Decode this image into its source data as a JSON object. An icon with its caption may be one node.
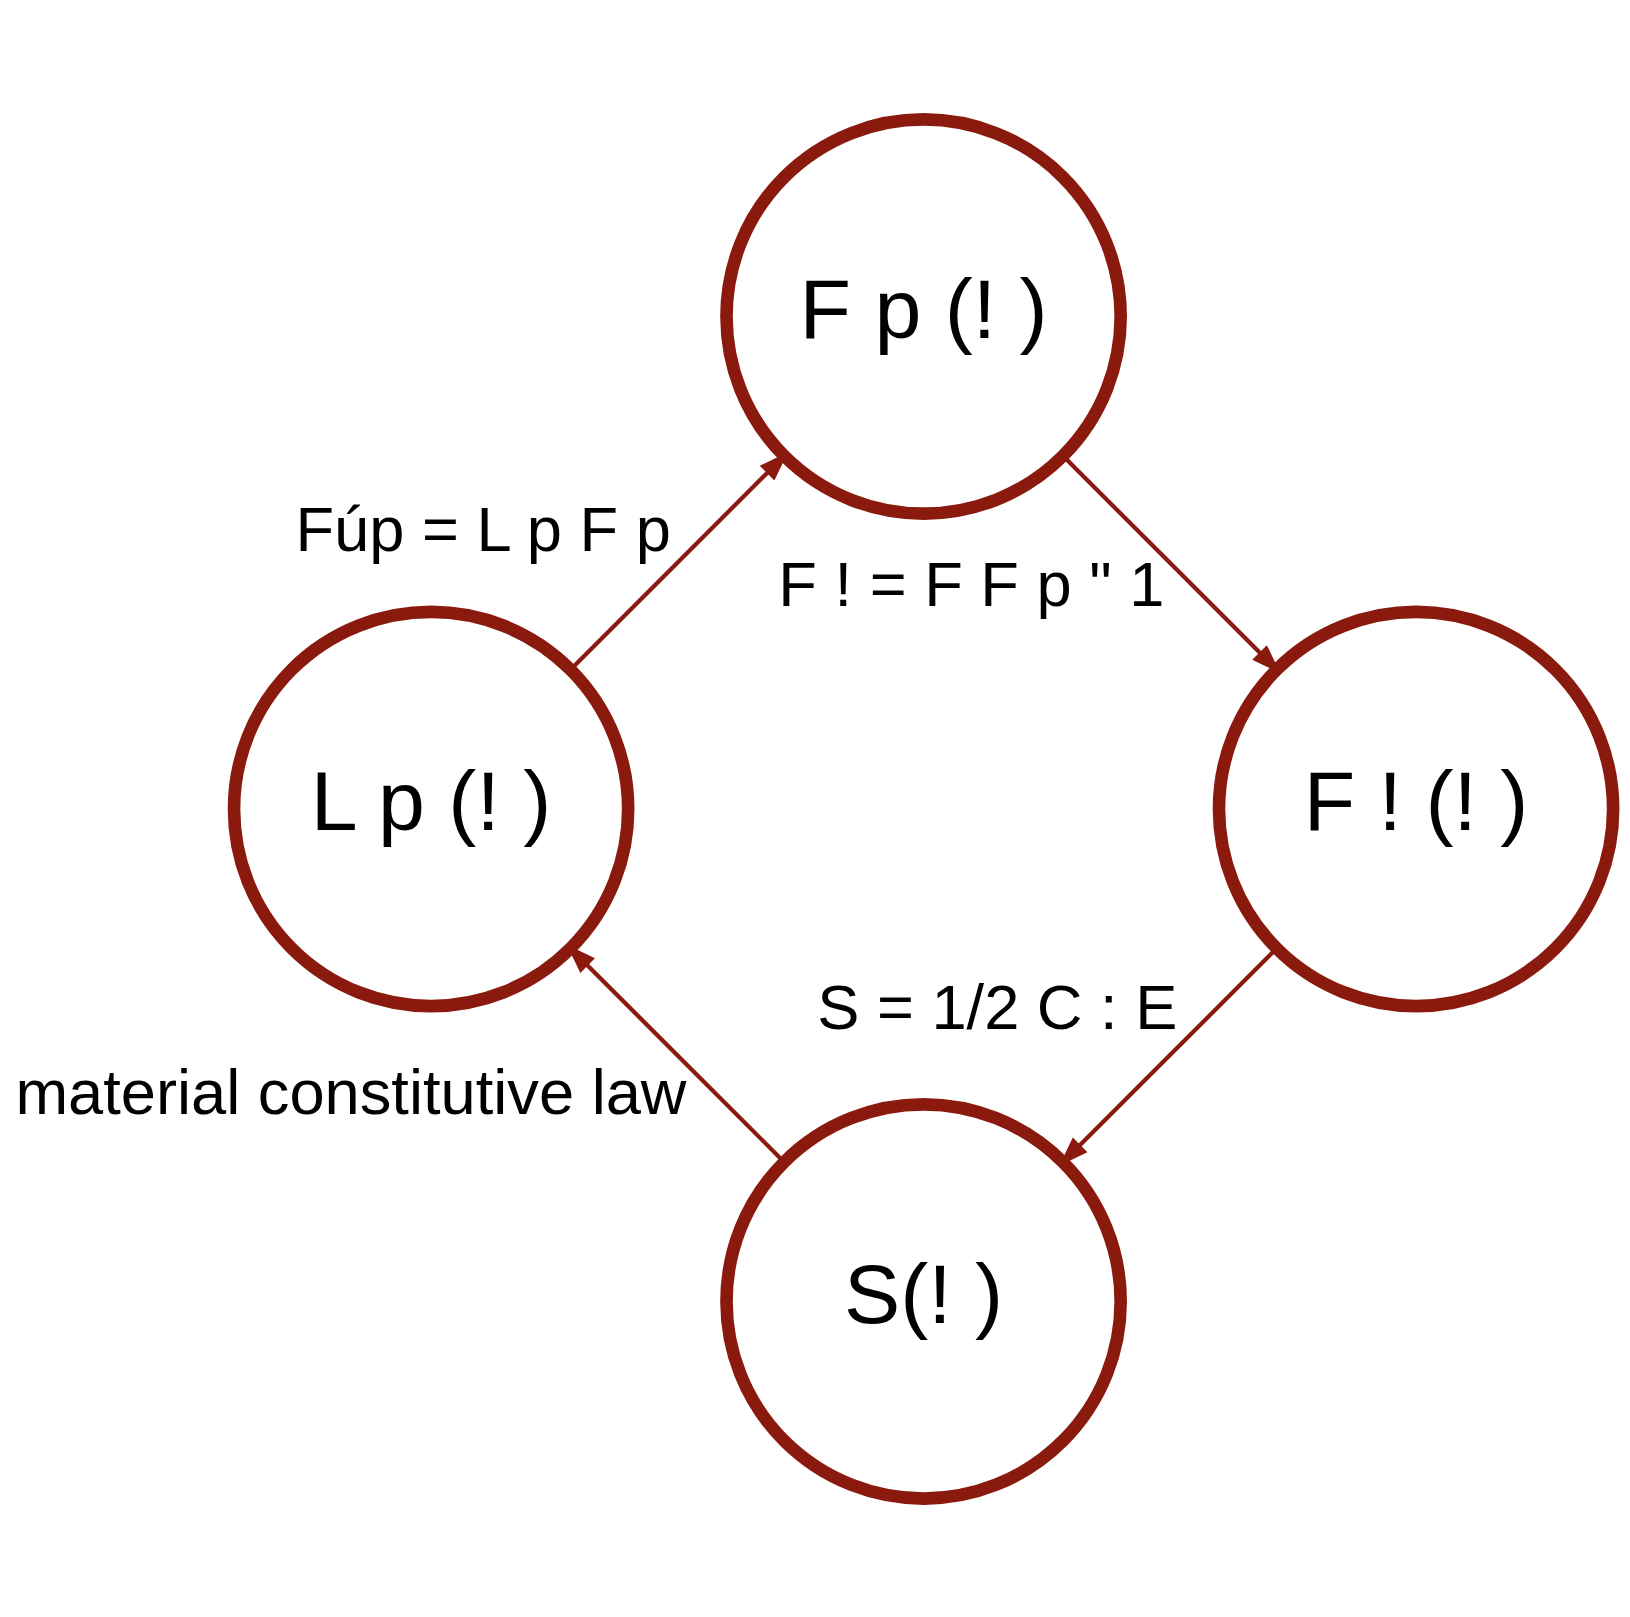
{
  "diagram": {
    "nodes": [
      {
        "text": [
          "S(! )"
        ]
      },
      {
        "text": [
          "L p (! )"
        ]
      },
      {
        "text": [
          "F ! (! )"
        ]
      },
      {
        "text": [
          "F p (! )"
        ]
      }
    ],
    "edges": [
      {
        "from": 0,
        "to": 1,
        "arrow": "to",
        "label": "material constitutive law"
      },
      {
        "from": 1,
        "to": 3,
        "arrow": "to",
        "label": "Fúp = L p F p"
      },
      {
        "from": 3,
        "to": 2,
        "arrow": "to",
        "label": "F ! = F F p \" 1"
      },
      {
        "from": 2,
        "to": 0,
        "arrow": "to",
        "label": "S = 1/2 C : E"
      }
    ]
  }
}
